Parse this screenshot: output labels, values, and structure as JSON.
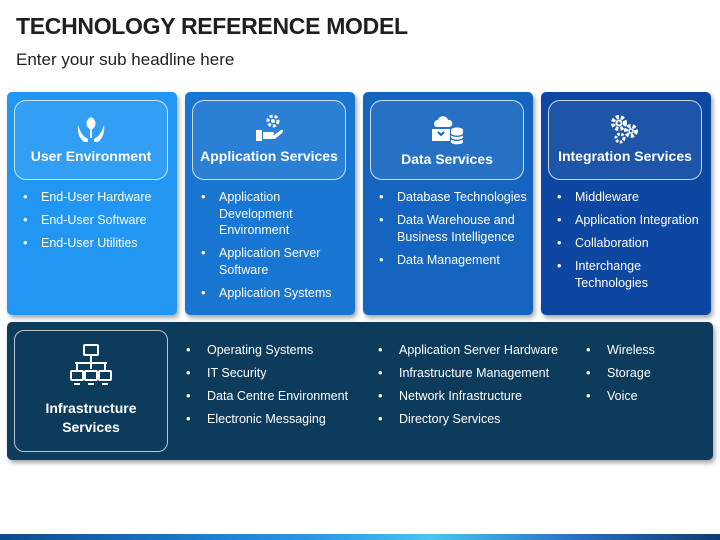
{
  "page": {
    "title": "TECHNOLOGY REFERENCE MODEL",
    "subtitle": "Enter your sub headline here"
  },
  "colors": {
    "user_environment": "#2196F3",
    "application_services": "#1976D2",
    "data_services": "#1565C0",
    "integration_services": "#0D47A1",
    "infrastructure": "#0D3B5C"
  },
  "columns": [
    {
      "icon": "hands-plant-icon",
      "title": "User Environment",
      "items": [
        "End-User Hardware",
        "End-User Software",
        "End-User Utilities"
      ]
    },
    {
      "icon": "hand-gear-icon",
      "title": "Application Services",
      "items": [
        "Application Development Environment",
        "Application Server Software",
        "Application Systems"
      ]
    },
    {
      "icon": "cloud-database-icon",
      "title": "Data Services",
      "items": [
        "Database Technologies",
        "Data Warehouse and Business Intelligence",
        "Data Management"
      ]
    },
    {
      "icon": "gears-icon",
      "title": "Integration Services",
      "items": [
        "Middleware",
        "Application Integration",
        "Collaboration",
        "Interchange Technologies"
      ]
    }
  ],
  "infrastructure": {
    "icon": "network-computers-icon",
    "title": "Infrastructure Services",
    "col1": [
      "Operating Systems",
      "IT Security",
      "Data Centre Environment",
      "Electronic Messaging"
    ],
    "col2": [
      "Application Server Hardware",
      "Infrastructure Management",
      "Network Infrastructure",
      "Directory Services"
    ],
    "col3": [
      "Wireless",
      "Storage",
      "Voice"
    ]
  }
}
